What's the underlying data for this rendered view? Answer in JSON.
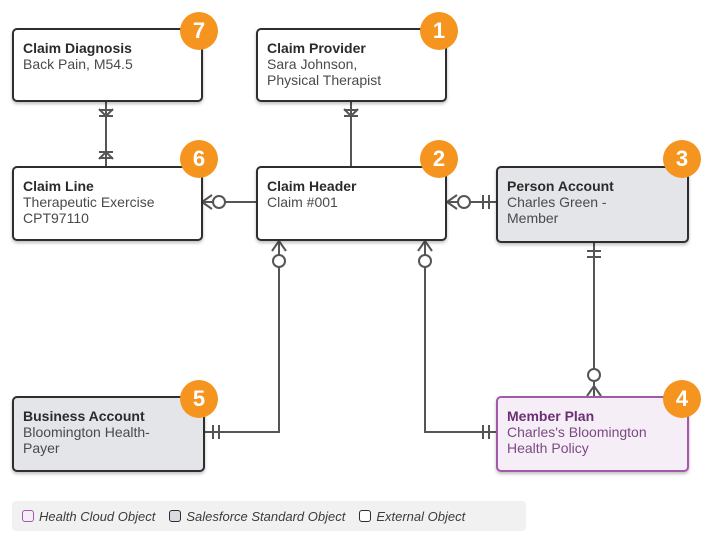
{
  "entities": {
    "claim_diagnosis": {
      "title": "Claim Diagnosis",
      "subtitle": "Back Pain, M54.5",
      "badge": "7"
    },
    "claim_provider": {
      "title": "Claim Provider",
      "subtitle": "Sara Johnson,\nPhysical Therapist",
      "badge": "1"
    },
    "claim_line": {
      "title": "Claim Line",
      "subtitle": "Therapeutic Exercise\nCPT97110",
      "badge": "6"
    },
    "claim_header": {
      "title": "Claim Header",
      "subtitle": "Claim #001",
      "badge": "2"
    },
    "person_account": {
      "title": "Person Account",
      "subtitle": "Charles Green -\nMember",
      "badge": "3"
    },
    "business_account": {
      "title": "Business Account",
      "subtitle": "Bloomington Health-\nPayer",
      "badge": "5"
    },
    "member_plan": {
      "title": "Member Plan",
      "subtitle": "Charles's Bloomington\nHealth Policy",
      "badge": "4"
    }
  },
  "legend": {
    "health_cloud": "Health Cloud Object",
    "salesforce_standard": "Salesforce Standard Object",
    "external": "External Object"
  },
  "colors": {
    "badge": "#f5951f",
    "health_cloud_border": "#a25aa8",
    "standard_fill": "#e3e5e8",
    "line": "#555555"
  }
}
